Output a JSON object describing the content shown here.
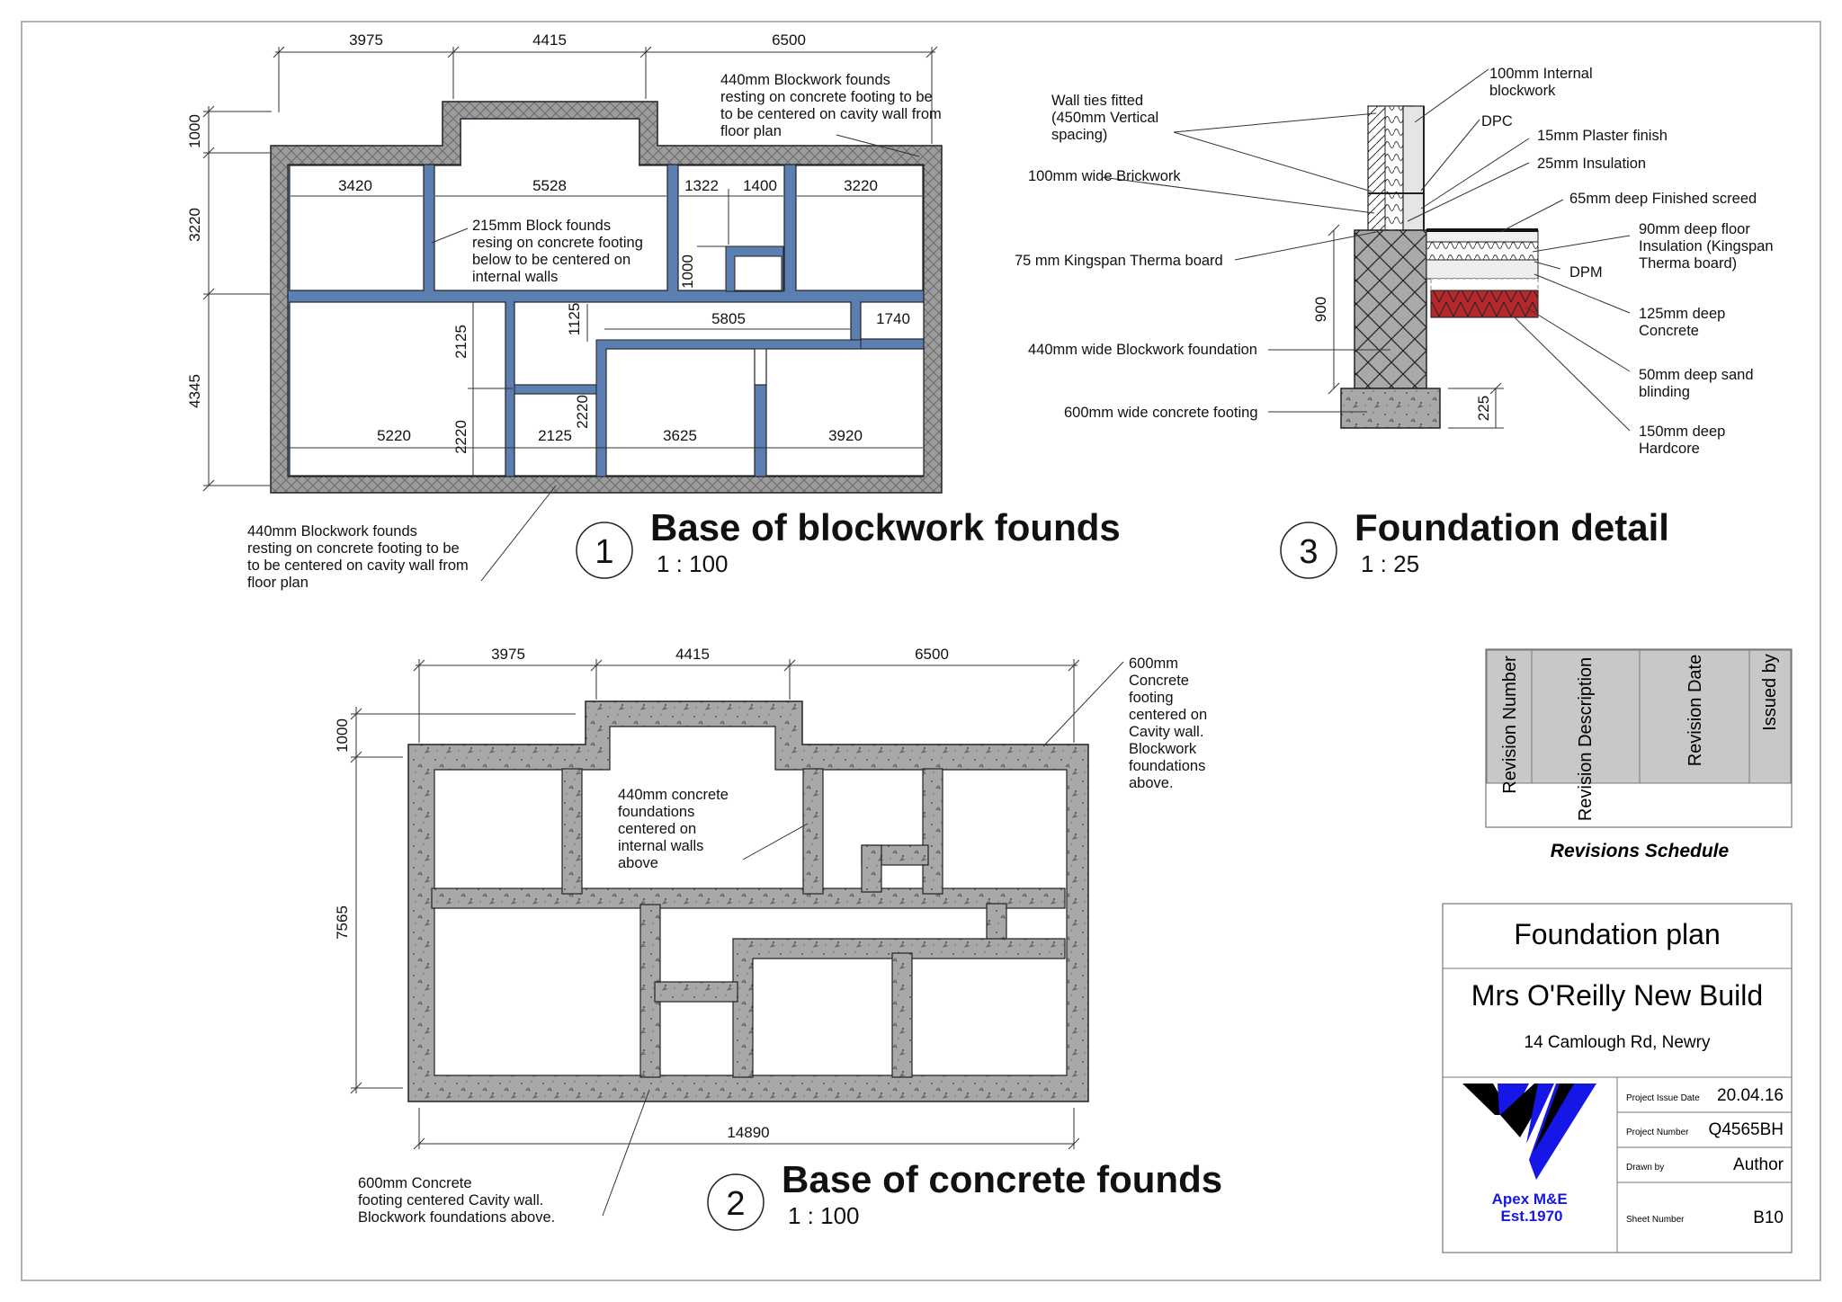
{
  "colors": {
    "wall_fill": "#9a9a9a",
    "internal_wall_fill": "#5a7fb0",
    "concrete_fill": "#a7a7a7",
    "insulation_red": "#b5282c",
    "logo_blue": "#1616e6",
    "logo_black": "#000000",
    "table_header_fill": "#c8c8c8"
  },
  "view1": {
    "number": "1",
    "title": "Base of blockwork founds",
    "scale": "1 : 100",
    "dims": {
      "top1": "3975",
      "top2": "4415",
      "top3": "6500",
      "left1": "1000",
      "left2": "3220",
      "left3": "4345",
      "r3420": "3420",
      "r5528": "5528",
      "r1322": "1322",
      "r1400": "1400",
      "r3220": "3220",
      "v1000": "1000",
      "v1125": "1125",
      "v2125": "2125",
      "v2220a": "2220",
      "v2220b": "2220",
      "r5805": "5805",
      "r1740": "1740",
      "b5220": "5220",
      "b2125": "2125",
      "b3625": "3625",
      "b3920": "3920"
    },
    "notes": {
      "top_right": [
        "440mm Blockwork founds",
        "resting on concrete footing to be",
        "to be centered on cavity wall from",
        "floor plan"
      ],
      "internal": [
        "215mm Block founds",
        "resing on concrete footing",
        "below to be centered on",
        "internal walls"
      ],
      "bottom_left": [
        "440mm Blockwork founds",
        "resting on concrete footing to be",
        "to be centered on cavity wall from",
        "floor plan"
      ]
    }
  },
  "view2": {
    "number": "2",
    "title": "Base of concrete founds",
    "scale": "1 : 100",
    "dims": {
      "top1": "3975",
      "top2": "4415",
      "top3": "6500",
      "left1": "1000",
      "left2": "7565",
      "bottom": "14890"
    },
    "notes": {
      "right": [
        "600mm",
        "Concrete",
        "footing",
        "centered on",
        "Cavity wall.",
        "Blockwork",
        "foundations",
        "above."
      ],
      "internal": [
        "440mm   concrete",
        "foundations",
        "centered  on",
        "internal walls",
        "above"
      ],
      "bottom": [
        "600mm Concrete",
        "footing centered Cavity wall.",
        "Blockwork foundations above."
      ]
    }
  },
  "view3": {
    "number": "3",
    "title": "Foundation detail",
    "scale": "1 : 25",
    "dims": {
      "d900": "900",
      "d225": "225"
    },
    "labels_left": {
      "wall_ties": [
        "Wall ties fitted",
        "(450mm Vertical",
        "spacing)"
      ],
      "brickwork": "100mm wide Brickwork",
      "kingspan": "75 mm Kingspan Therma board",
      "blockwork": "440mm wide Blockwork foundation",
      "footing": "600mm wide concrete footing"
    },
    "labels_right": {
      "internal_blockwork": [
        "100mm Internal",
        "blockwork"
      ],
      "dpc": "DPC",
      "plaster": "15mm Plaster  finish",
      "insulation": "25mm  Insulation",
      "screed": "65mm deep Finished screed",
      "floor_insulation": [
        "90mm deep floor",
        "Insulation (Kingspan",
        "Therma board)"
      ],
      "dpm": "DPM",
      "concrete": [
        "125mm deep",
        "Concrete"
      ],
      "sand": [
        "50mm deep sand",
        "blinding"
      ],
      "hardcore": [
        "150mm deep",
        "Hardcore"
      ]
    }
  },
  "revisions": {
    "headers": [
      "Revision Number",
      "Revision Description",
      "Revision Date",
      "Issued by"
    ],
    "caption": "Revisions Schedule"
  },
  "title_block": {
    "drawing_title": "Foundation plan",
    "project": "Mrs O'Reilly New Build",
    "address": "14 Camlough Rd, Newry",
    "company": [
      "Apex  M&E",
      "Est.1970"
    ],
    "fields": [
      {
        "label": "Project  Issue Date",
        "value": "20.04.16"
      },
      {
        "label": "Project Number",
        "value": "Q4565BH"
      },
      {
        "label": "Drawn by",
        "value": "Author"
      },
      {
        "label": "Sheet Number",
        "value": "B10"
      }
    ]
  }
}
